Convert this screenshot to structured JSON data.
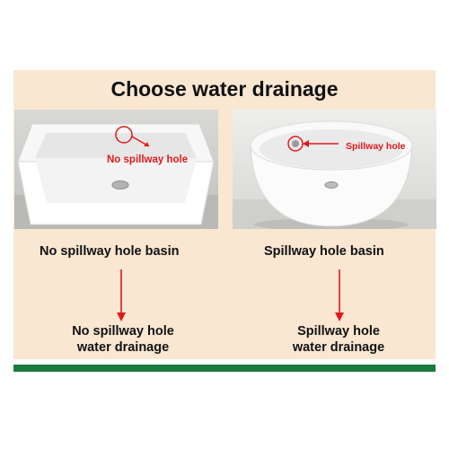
{
  "title": "Choose water drainage",
  "left": {
    "callout": "No spillway hole",
    "basin_label": "No spillway hole basin",
    "drainage_line1": "No spillway hole",
    "drainage_line2": "water drainage"
  },
  "right": {
    "callout": "Spillway hole",
    "basin_label": "Spillway hole basin",
    "drainage_line1": "Spillway hole",
    "drainage_line2": "water drainage"
  },
  "colors": {
    "background_panel": "#fae7d2",
    "accent_red": "#e11919",
    "footer_green": "#1b7a3e"
  }
}
